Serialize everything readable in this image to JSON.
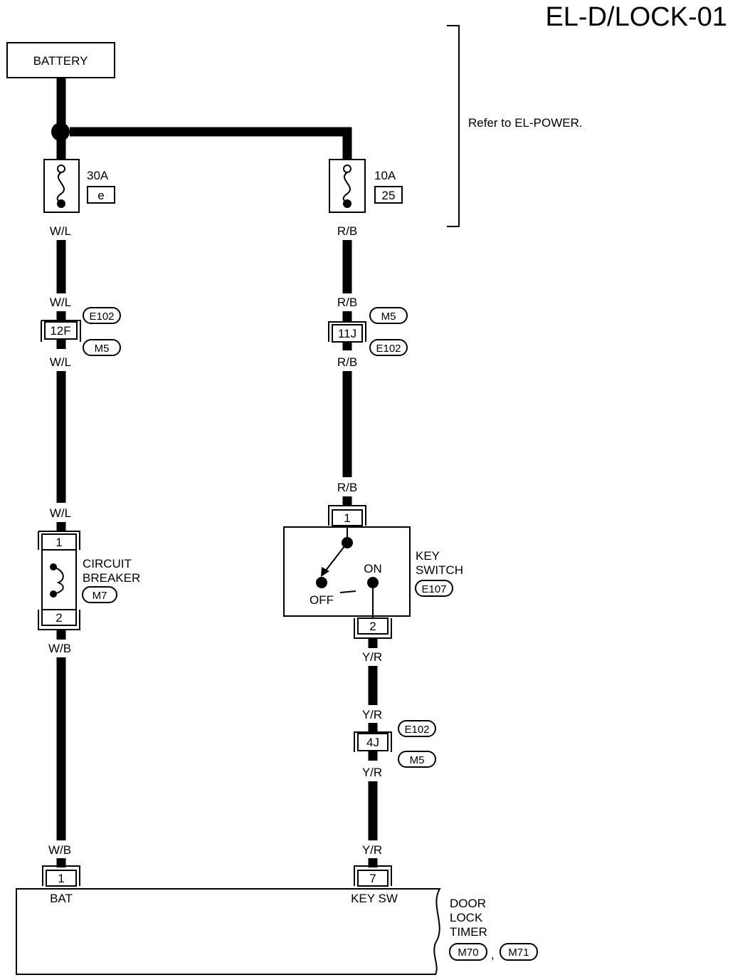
{
  "title": "EL-D/LOCK-01",
  "battery": "BATTERY",
  "power_note": "Refer to EL-POWER.",
  "left": {
    "fuse_rating": "30A",
    "fuse_id": "e",
    "wire_wl": "W/L",
    "conn_pin": "12F",
    "conn_top": "E102",
    "conn_bottom": "M5",
    "cb_pin1": "1",
    "cb_pin2": "2",
    "cb_label1": "CIRCUIT",
    "cb_label2": "BREAKER",
    "cb_conn": "M7",
    "wire_wb": "W/B",
    "timer_pin": "1",
    "timer_term": "BAT"
  },
  "right": {
    "fuse_rating": "10A",
    "fuse_id": "25",
    "wire_rb": "R/B",
    "conn_pin": "11J",
    "conn_top": "M5",
    "conn_bottom": "E102",
    "ks_pin1": "1",
    "ks_pin2": "2",
    "ks_label1": "KEY",
    "ks_label2": "SWITCH",
    "ks_conn": "E107",
    "ks_on": "ON",
    "ks_off": "OFF",
    "wire_yr": "Y/R",
    "conn2_pin": "4J",
    "conn2_top": "E102",
    "conn2_bottom": "M5",
    "timer_pin": "7",
    "timer_term": "KEY SW"
  },
  "timer": {
    "label1": "DOOR",
    "label2": "LOCK",
    "label3": "TIMER",
    "conn1": "M70",
    "sep": ",",
    "conn2": "M71"
  }
}
